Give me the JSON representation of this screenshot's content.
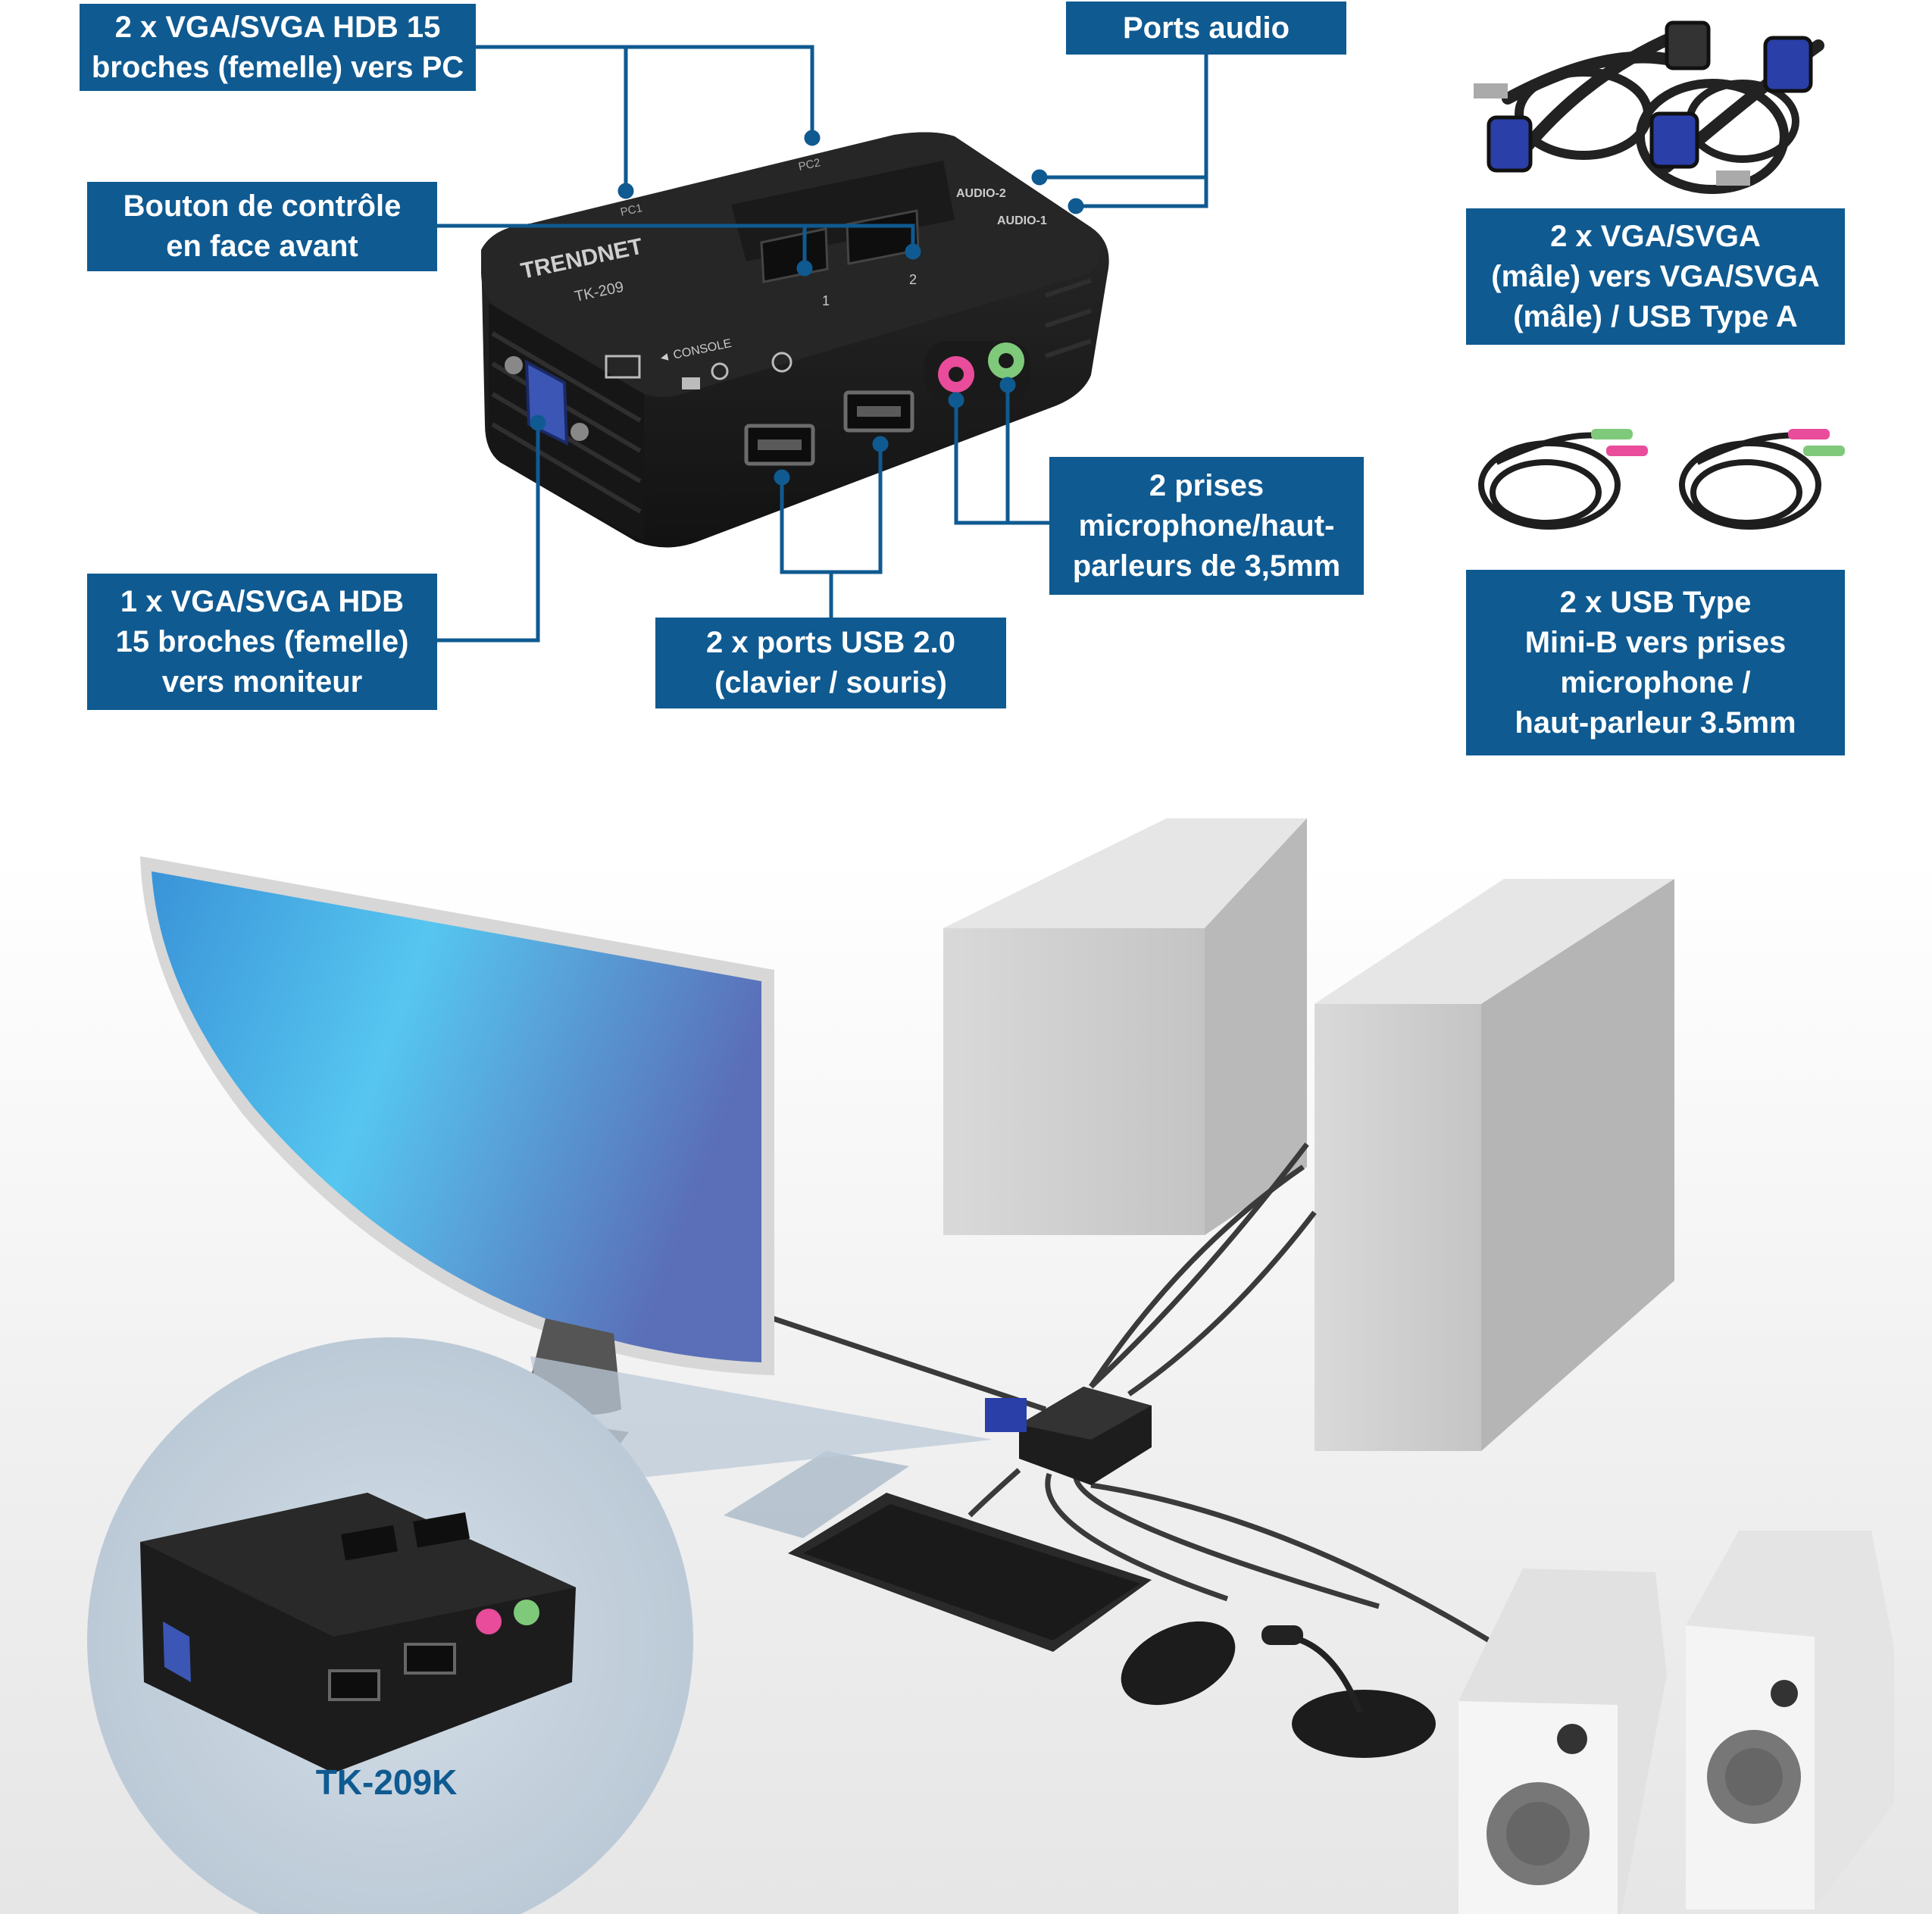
{
  "callouts": {
    "vga_pc": "2 x VGA/SVGA HDB 15\nbroches (femelle) vers PC",
    "audio_ports": "Ports audio",
    "front_button": "Bouton de contrôle\nen face avant",
    "vga_monitor": "1 x VGA/SVGA HDB\n15 broches (femelle)\nvers moniteur",
    "usb_ports": "2 x ports USB 2.0\n(clavier / souris)",
    "audio_jacks": "2 prises\nmicrophone/haut-\nparleurs de 3,5mm"
  },
  "accessories": {
    "vga_cables": "2 x VGA/SVGA\n(mâle) vers VGA/SVGA\n(mâle) / USB Type A",
    "audio_cables": "2 x USB Type\nMini-B vers prises\nmicrophone /\nhaut-parleur 3.5mm"
  },
  "device": {
    "brand": "TRENDNET",
    "model": "TK-209",
    "pc1": "PC1",
    "pc2": "PC2",
    "audio1": "AUDIO-1",
    "audio2": "AUDIO-2",
    "console": "◄ CONSOLE",
    "button1": "1",
    "button2": "2"
  },
  "product_name": "TK-209K",
  "colors": {
    "label_bg": "#0f5a91",
    "label_text": "#ffffff",
    "leader_line": "#0f5a91",
    "device_body": "#1c1c1c"
  }
}
